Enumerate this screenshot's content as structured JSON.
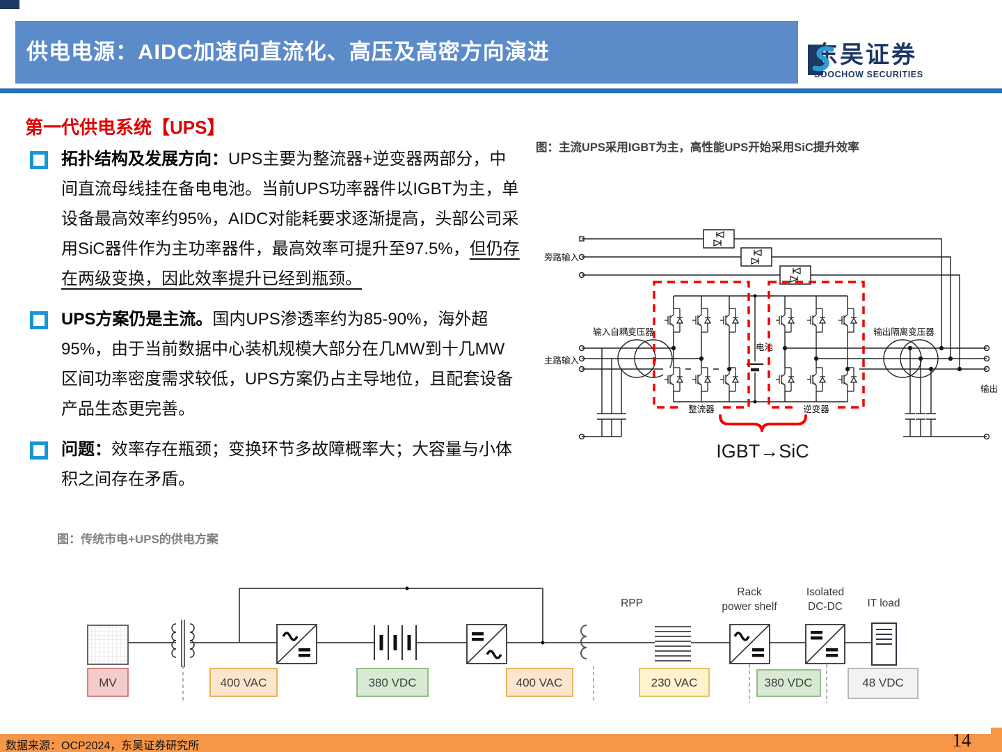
{
  "header": {
    "title": "供电电源：AIDC加速向直流化、高压及高密方向演进",
    "logo_cn": "东吴证券",
    "logo_en": "SOOCHOW SECURITIES"
  },
  "section": {
    "heading": "第一代供电系统【UPS】"
  },
  "bullets": [
    {
      "b": "拓扑结构及发展方向：",
      "t": "UPS主要为整流器+逆变器两部分，中间直流母线挂在备电电池。当前UPS功率器件以IGBT为主，单设备最高效率约95%，AIDC对能耗要求逐渐提高，头部公司采用SiC器件作为主功率器件，最高效率可提升至97.5%，",
      "u": "但仍存在两级变换，因此效率提升已经到瓶颈。"
    },
    {
      "b": "UPS方案仍是主流。",
      "t": "国内UPS渗透率约为85-90%，海外超95%，由于当前数据中心装机规模大部分在几MW到十几MW区间功率密度需求较低，UPS方案仍占主导地位，且配套设备产品生态更完善。",
      "u": ""
    },
    {
      "b": "问题：",
      "t": "效率存在瓶颈；变换环节多故障概率大；大容量与小体积之间存在矛盾。",
      "u": ""
    }
  ],
  "figures": {
    "ups_caption": "图：主流UPS采用IGBT为主，高性能UPS开始采用SiC提升效率",
    "chain_caption": "图：传统市电+UPS的供电方案"
  },
  "ups_circuit": {
    "bypass_input": "旁路输入",
    "main_input": "主路输入",
    "input_transformer": "输入自耦变压器",
    "battery": "电池",
    "rectifier": "整流器",
    "inverter": "逆变器",
    "output_transformer": "输出隔离变压器",
    "output": "输出",
    "annotation": "IGBT→SiC"
  },
  "power_chain": {
    "stage_labels": {
      "rpp": "RPP",
      "rack_line1": "Rack",
      "rack_line2": "power shelf",
      "isolated_line1": "Isolated",
      "isolated_line2": "DC-DC",
      "it_load": "IT load"
    },
    "voltage_tags": [
      "MV",
      "400 VAC",
      "380 VDC",
      "400 VAC",
      "230 VAC",
      "380 VDC",
      "48 VDC"
    ]
  },
  "footer": {
    "source": "数据来源：OCP2024，东吴证券研究所",
    "page": "14"
  },
  "colors": {
    "header_blue": "#5B8BC9",
    "navy": "#1F3864",
    "accent_line_blue": "#2570B8",
    "footer_orange": "#F79646",
    "bullet_blue": "#1897D4",
    "heading_red": "#E00000",
    "circuit_red": "#F40000",
    "tag_mv": "#F4CCCC",
    "tag_vac_orange": "#FCE5CD",
    "tag_vdc_green": "#D9EAD3",
    "tag_vac_yellow": "#FFF2CC",
    "tag_vdc_gray": "#F2F2F2"
  }
}
